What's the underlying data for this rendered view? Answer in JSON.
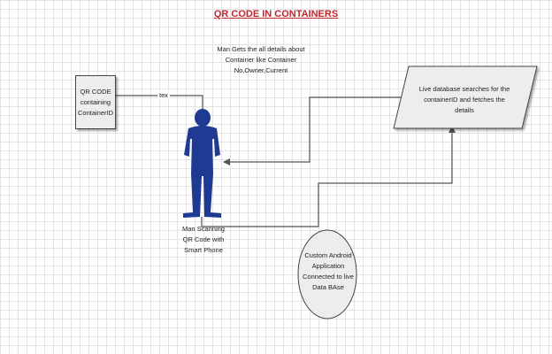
{
  "title": "QR CODE IN CONTAINERS",
  "qr_box": {
    "lines": [
      "QR CODE",
      "containing",
      "ContainerID"
    ]
  },
  "connector_label": "tex",
  "man_gets_text": {
    "lines": [
      "Man Gets the all details about",
      "Container like Container",
      "No,Owner,Current"
    ]
  },
  "database_box": {
    "lines": [
      "Live database searches for the",
      "containerID and fetches the",
      "details"
    ]
  },
  "man_label": {
    "lines": [
      "Man Scanning",
      "QR Code with",
      "Smart Phone"
    ]
  },
  "android_app": {
    "lines": [
      "Custom Android",
      "Application",
      "Connected to live",
      "Data BAse"
    ]
  },
  "colors": {
    "title": "#c0282d",
    "person": "#1f3a93",
    "shape_fill": "#ededed",
    "connector": "#555555"
  },
  "icons": {
    "person": "person-silhouette-icon"
  }
}
